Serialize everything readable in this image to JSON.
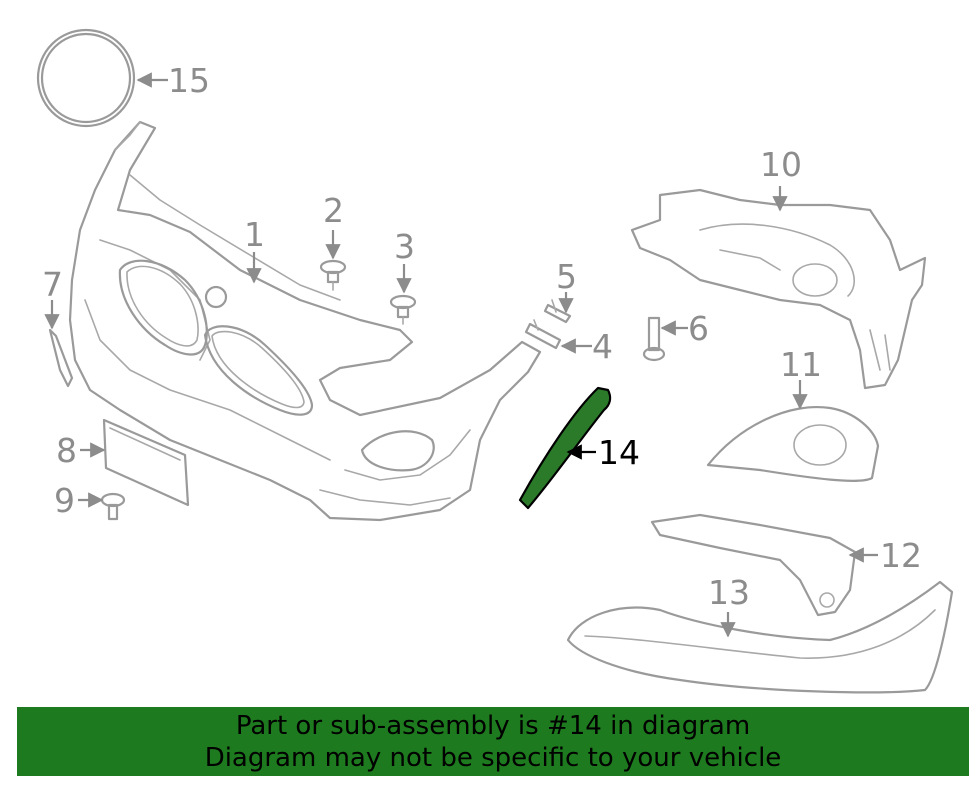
{
  "callouts": {
    "c1": "1",
    "c2": "2",
    "c3": "3",
    "c4": "4",
    "c5": "5",
    "c6": "6",
    "c7": "7",
    "c8": "8",
    "c9": "9",
    "c10": "10",
    "c11": "11",
    "c12": "12",
    "c13": "13",
    "c14": "14",
    "c15": "15"
  },
  "highlighted_part": "14",
  "colors": {
    "highlight_fill": "#1e7a1e",
    "banner_bg": "#1e7a1e",
    "line_gray": "#9a9a9a"
  },
  "banner": {
    "line1": "Part or sub-assembly is #14 in diagram",
    "line2": "Diagram may not be specific to your vehicle"
  }
}
